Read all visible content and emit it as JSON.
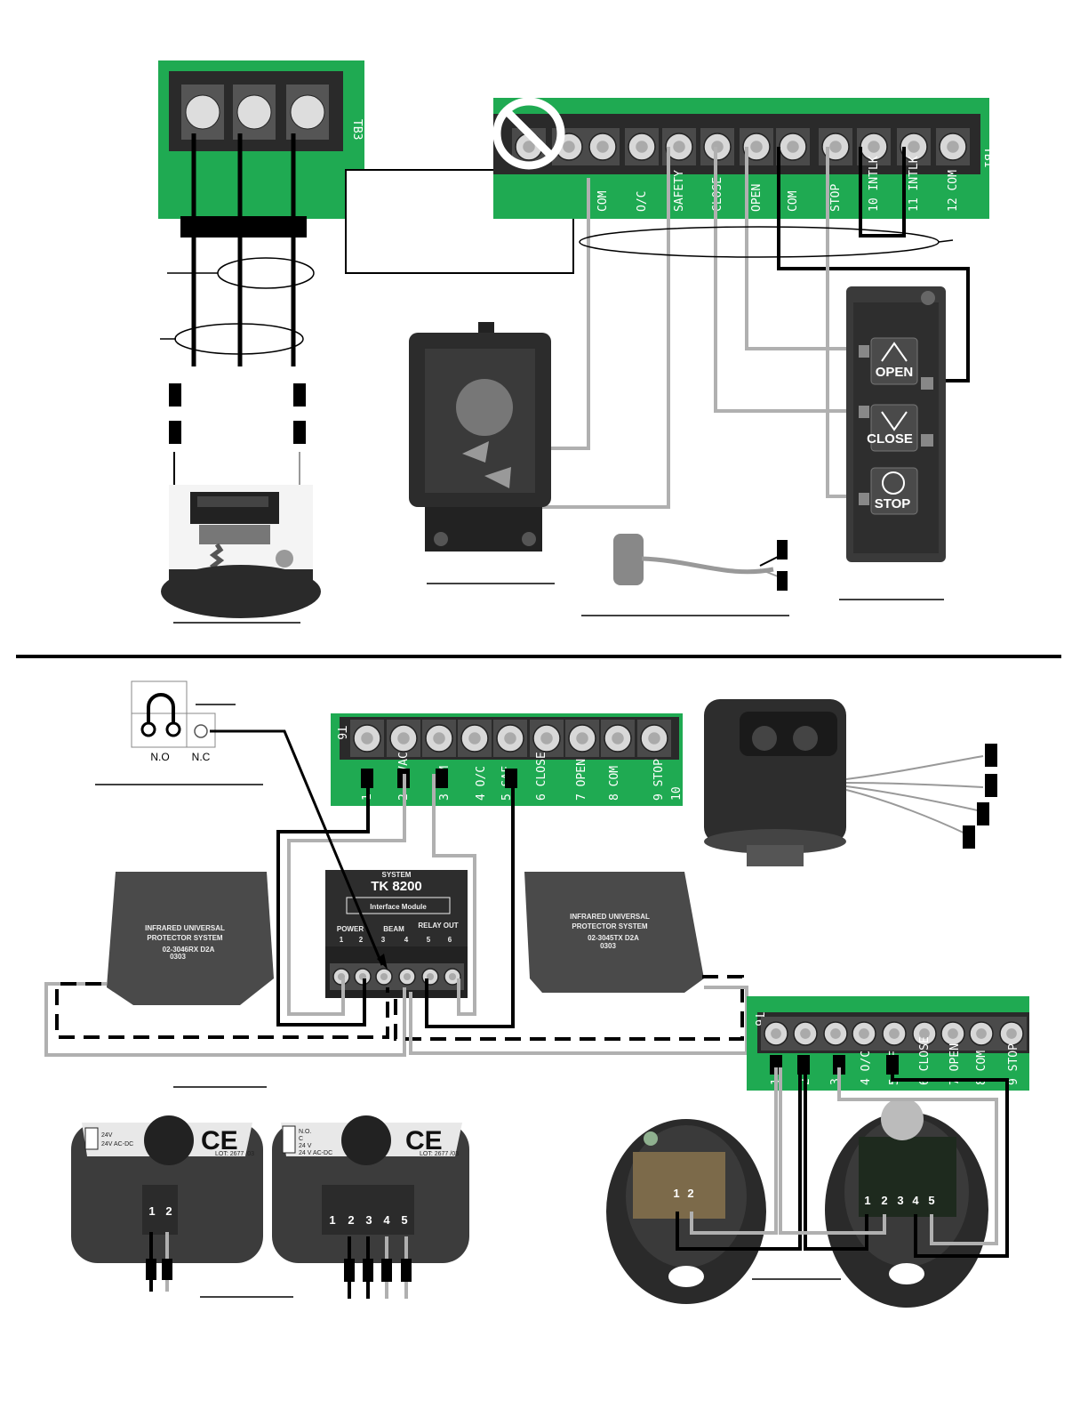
{
  "board_tb1": {
    "id_label": "TB1",
    "terminals": [
      "",
      "COM",
      "O/C",
      "SAFETY",
      "CLOSE",
      "OPEN",
      "COM",
      "STOP",
      "10 INTLK",
      "11 INTLK",
      "12 COM"
    ]
  },
  "board_tb3": {
    "id_label": "TB3"
  },
  "board_t6_center": {
    "id_label": "T6",
    "terminals": [
      "1 24",
      "2 24VAC",
      "3 COM",
      "4 O/C",
      "5 SAF",
      "6 CLOSE",
      "7 OPEN",
      "8 COM",
      "9 STOP",
      "10"
    ]
  },
  "board_t6_right": {
    "id_label": "T6",
    "terminals": [
      "1",
      "2",
      "3",
      "4 O/C",
      "5 SAF",
      "6 CLOSE",
      "7 OPEN",
      "8 COM",
      "9 STOP"
    ]
  },
  "station": {
    "buttons": [
      "OPEN",
      "CLOSE",
      "STOP"
    ]
  },
  "jumper": {
    "no_label": "N.O",
    "nc_label": "N.C"
  },
  "interface_module": {
    "system": "SYSTEM",
    "model": "TK 8200",
    "name": "Interface Module",
    "groups": [
      "POWER",
      "BEAM",
      "RELAY OUT"
    ],
    "numbers": [
      "1",
      "2",
      "3",
      "4",
      "5",
      "6"
    ]
  },
  "receiver": {
    "line1": "INFRARED UNIVERSAL",
    "line2": "PROTECTOR SYSTEM",
    "model": "02-3046RX  D2A",
    "lot": "0303"
  },
  "transmitter": {
    "line1": "INFRARED UNIVERSAL",
    "line2": "PROTECTOR SYSTEM",
    "model": "02-3045TX  D2A",
    "lot": "0303"
  },
  "photo_left": {
    "ce": "CE",
    "rating1": "24V",
    "rating2": "24V AC-DC",
    "lot": "LOT: 2677  /03",
    "terminals": [
      "1",
      "2"
    ]
  },
  "photo_right": {
    "ce": "CE",
    "rating_no": "N.O.",
    "rating_c": "C",
    "rating1": "24 V",
    "rating2": "24 V AC-DC",
    "lot": "LOT: 2677  /03",
    "terminals": [
      "1",
      "2",
      "3",
      "4",
      "5"
    ]
  },
  "photo_eyes_terminals_left": [
    "1",
    "2"
  ],
  "photo_eyes_terminals_right": [
    "1",
    "2",
    "3",
    "4",
    "5"
  ],
  "colors": {
    "board_green": "#1faa52",
    "wire_black": "#000000",
    "wire_gray": "#b0b0b0",
    "device_dark": "#333333"
  }
}
